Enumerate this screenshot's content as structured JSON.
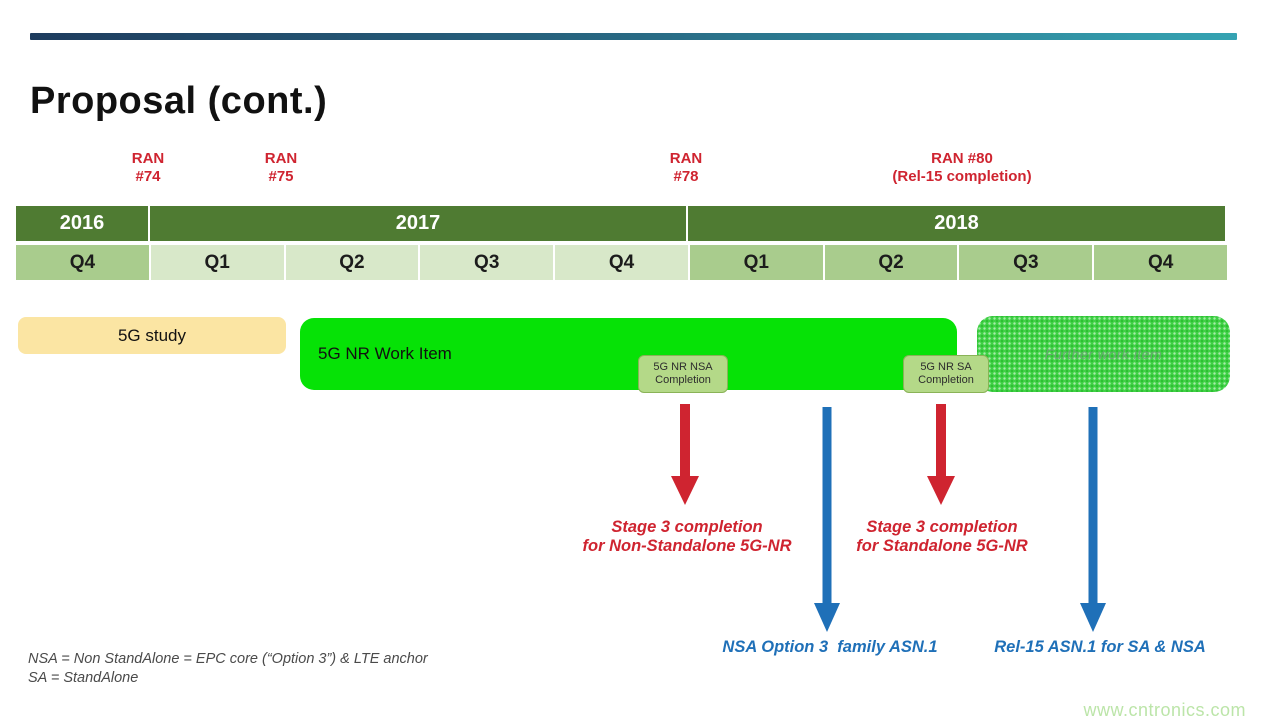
{
  "slide": {
    "title": "Proposal (cont.)"
  },
  "ran_labels": [
    {
      "line1": "RAN",
      "line2": "#74"
    },
    {
      "line1": "RAN",
      "line2": "#75"
    },
    {
      "line1": "RAN",
      "line2": "#78"
    },
    {
      "line1": "RAN #80",
      "line2": "(Rel-15 completion)"
    }
  ],
  "timeline": {
    "years": [
      {
        "label": "2016"
      },
      {
        "label": "2017"
      },
      {
        "label": "2018"
      }
    ],
    "quarters": [
      {
        "label": "Q4"
      },
      {
        "label": "Q1"
      },
      {
        "label": "Q2"
      },
      {
        "label": "Q3"
      },
      {
        "label": "Q4"
      },
      {
        "label": "Q1"
      },
      {
        "label": "Q2"
      },
      {
        "label": "Q3"
      },
      {
        "label": "Q4"
      }
    ]
  },
  "bars": {
    "study": {
      "label": "5G study"
    },
    "work_item": {
      "label": "5G NR Work Item"
    },
    "further": {
      "label": "Further work item"
    },
    "nsa_milestone": {
      "line1": "5G NR NSA",
      "line2": "Completion"
    },
    "sa_milestone": {
      "line1": "5G NR SA",
      "line2": "Completion"
    }
  },
  "annotations": {
    "nsa_stage3": {
      "line1": "Stage 3 completion",
      "line2": "for Non-Standalone 5G-NR"
    },
    "sa_stage3": {
      "line1": "Stage 3 completion",
      "line2": "for Standalone 5G-NR"
    },
    "nsa_asn1": {
      "label": "NSA Option 3  family ASN.1"
    },
    "rel15_asn1": {
      "label": "Rel-15 ASN.1 for SA & NSA"
    }
  },
  "footnotes": {
    "line1": "NSA = Non StandAlone = EPC core (“Option 3”) & LTE anchor",
    "line2": "SA = StandAlone"
  },
  "watermark": "www.cntronics.com",
  "colors": {
    "red": "#cf2430",
    "blue": "#1f70b8",
    "year-green": "#4f7b32",
    "q-light": "#d8e8c9",
    "q-mid": "#a9cc8d",
    "study-yellow": "#fbe5a3",
    "work-green": "#06e206",
    "milestone-bg": "#b4d988",
    "watermark-green": "#bce5a9",
    "topbar-left": "#1e3c5e",
    "topbar-right": "#35a3b2"
  }
}
